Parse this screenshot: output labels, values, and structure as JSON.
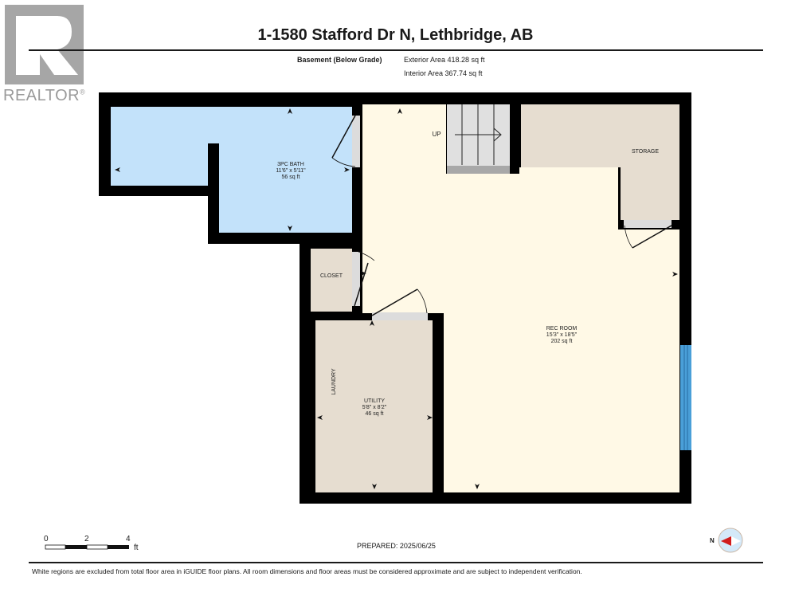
{
  "branding": {
    "logo_letter": "R",
    "logo_text": "REALTOR",
    "logo_mark": "®"
  },
  "header": {
    "title": "1-1580 Stafford Dr N, Lethbridge, AB",
    "floor_label": "Basement (Below Grade)",
    "exterior_area": "Exterior Area 418.28 sq ft",
    "interior_area": "Interior Area 367.74 sq ft"
  },
  "rooms": [
    {
      "name": "3PC BATH",
      "dimensions": "11'6\" x 5'11\"",
      "area": "56 sq ft",
      "color": "#c3e2fa"
    },
    {
      "name": "UP",
      "dimensions": "",
      "area": ""
    },
    {
      "name": "STORAGE",
      "dimensions": "",
      "area": "",
      "color": "#e6ddd0"
    },
    {
      "name": "CLOSET",
      "dimensions": "",
      "area": "",
      "color": "#e6ddd0"
    },
    {
      "name": "REC ROOM",
      "dimensions": "15'3\" x 18'5\"",
      "area": "202 sq ft",
      "color": "#fff9e6"
    },
    {
      "name": "UTILITY",
      "dimensions": "5'8\" x 8'2\"",
      "area": "46 sq ft",
      "color": "#e6ddd0"
    },
    {
      "name": "LAUNDRY",
      "dimensions": "",
      "area": ""
    }
  ],
  "scale_bar": {
    "ticks": [
      "0",
      "2",
      "4"
    ],
    "unit": "ft"
  },
  "prepared": "PREPARED: 2025/06/25",
  "compass": {
    "label": "N",
    "icon": "compass-icon"
  },
  "disclaimer": "White regions are excluded from total floor area in iGUIDE floor plans. All room dimensions and floor areas must be considered approximate and are subject to independent verification.",
  "colors": {
    "wall": "#000000",
    "bath": "#c3e2fa",
    "rec_room": "#fff9e6",
    "storage": "#e6ddd0",
    "stairs": "#e0e0e0",
    "window": "#4a9fd8",
    "door_opening": "#dcdcdc"
  }
}
